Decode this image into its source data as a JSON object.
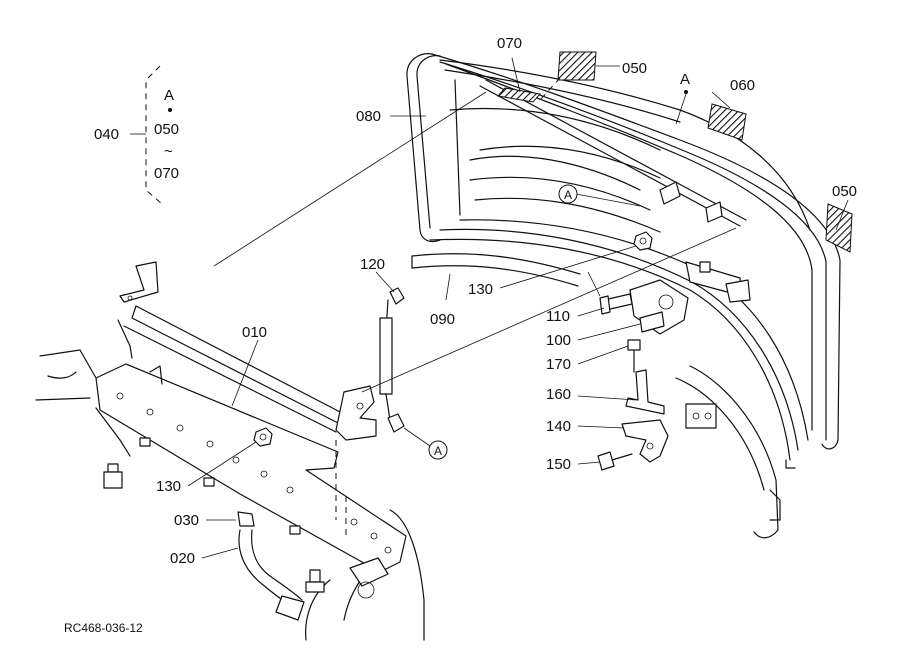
{
  "diagram": {
    "drawing_code": "RC468-036-12",
    "callout": {
      "number": "040",
      "ref": "A",
      "from": "050",
      "sep": "~",
      "to": "070"
    },
    "labels": {
      "p010": "010",
      "p020": "020",
      "p030": "030",
      "p050a": "050",
      "p050b": "050",
      "p060": "060",
      "p070": "070",
      "p080": "080",
      "p090": "090",
      "p100": "100",
      "p110": "110",
      "p120": "120",
      "p130a": "130",
      "p130b": "130",
      "p140": "140",
      "p150": "150",
      "p160": "160",
      "p170": "170",
      "refA_top": "A",
      "refA_circle1": "A",
      "refA_circle2": "A"
    }
  }
}
